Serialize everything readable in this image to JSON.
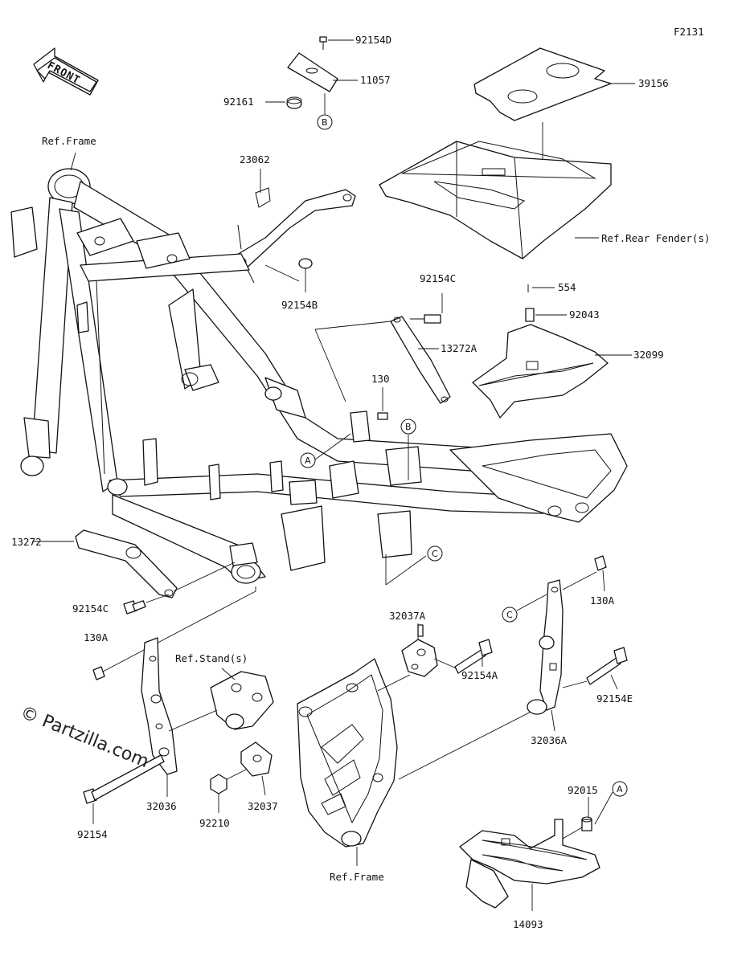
{
  "diagram_code": "F2131",
  "watermark": "© Partzilla.com",
  "front_marker": "FRONT",
  "parts": {
    "p92154D": "92154D",
    "p11057": "11057",
    "p92161": "92161",
    "p39156": "39156",
    "p23062": "23062",
    "p92154B": "92154B",
    "p92154C_top": "92154C",
    "p554": "554",
    "p92043": "92043",
    "p13272A": "13272A",
    "p32099": "32099",
    "p130": "130",
    "p13272": "13272",
    "p92154C_left": "92154C",
    "p130A_left": "130A",
    "p130A_right": "130A",
    "p32037A": "32037A",
    "p92154A": "92154A",
    "p92154E": "92154E",
    "p32036A": "32036A",
    "p92015": "92015",
    "p32036": "32036",
    "p92154": "92154",
    "p92210": "92210",
    "p32037": "32037",
    "p14093": "14093"
  },
  "refs": {
    "frame_top": "Ref.Frame",
    "rear_fender": "Ref.Rear Fender(s)",
    "stand": "Ref.Stand(s)",
    "frame_bottom": "Ref.Frame"
  },
  "callouts": {
    "a1": "A",
    "a2": "A",
    "b1": "B",
    "b2": "B",
    "c1": "C",
    "c2": "C"
  }
}
